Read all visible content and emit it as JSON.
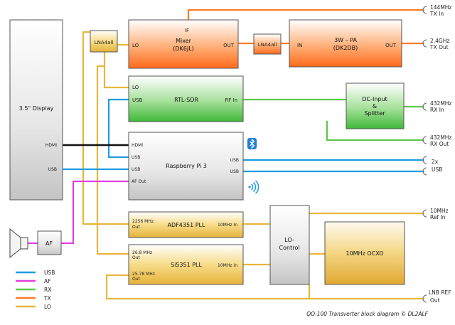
{
  "colors": {
    "usb": "#1e9ce0",
    "af": "#e040e0",
    "rx": "#5cc94a",
    "tx": "#ff7a2a",
    "lo": "#e8b63a",
    "hdmi": "#111111"
  },
  "blocks": {
    "display": "3.5\" Display",
    "display_hdmi": "HDMI",
    "display_usb": "USB",
    "lna_left": "LNA4all",
    "mixer_title": "Mixer",
    "mixer_sub": "(DK6JL)",
    "mixer_if": "IF",
    "mixer_lo": "LO",
    "mixer_out": "OUT",
    "lna_mid": "LNA4all",
    "pa_title": "3W – PA",
    "pa_sub": "(DK2DB)",
    "pa_in": "IN",
    "pa_out": "OUT",
    "rtl_title": "RTL-SDR",
    "rtl_lo": "LO",
    "rtl_usb": "USB",
    "rtl_rfin": "RF In",
    "dc_title": "DC-Input",
    "dc_amp": "&",
    "dc_splitter": "Splitter",
    "rpi_title": "Raspberry Pi 3",
    "rpi_hdmi": "HDMI",
    "rpi_usb1": "USB",
    "rpi_usb2": "USB",
    "rpi_afout": "AF Out",
    "rpi_usb_r1": "USB",
    "rpi_usb_r2": "USB",
    "adf_title": "ADF4351 PLL",
    "adf_out1": "2256 MHz",
    "adf_out2": "Out",
    "adf_in": "10MHz In",
    "si_title": "Si5351 PLL",
    "si_out1a": "26.8 MHz",
    "si_out1b": "Out",
    "si_out2a": "25.78 MHz",
    "si_out2b": "Out",
    "si_in": "10MHz In",
    "lc_title1": "LO-",
    "lc_title2": "Control",
    "ocxo_title": "10MHz OCXO",
    "af_title": "AF"
  },
  "external": {
    "tx_in_1": "144MHz",
    "tx_in_2": "TX In",
    "tx_out_1": "2.4GHz",
    "tx_out_2": "TX Out",
    "rx_in_1": "432MHz",
    "rx_in_2": "RX In",
    "rx_out_1": "432MHz",
    "rx_out_2": "RX Out",
    "usb_1": "2x",
    "usb_2": "USB",
    "ref_1": "10MHz",
    "ref_2": "Ref In",
    "lnb_1": "LNB REF",
    "lnb_2": "Out"
  },
  "legend": [
    {
      "label": "USB",
      "color": "#1e9ce0"
    },
    {
      "label": "AF",
      "color": "#e040e0"
    },
    {
      "label": "RX",
      "color": "#5cc94a"
    },
    {
      "label": "TX",
      "color": "#ff7a2a"
    },
    {
      "label": "LO",
      "color": "#e8b63a"
    }
  ],
  "caption": "QO-100 Transverter block diagram © DL2ALF",
  "icons": [
    "bluetooth-icon",
    "wifi-icon",
    "speaker-icon"
  ]
}
